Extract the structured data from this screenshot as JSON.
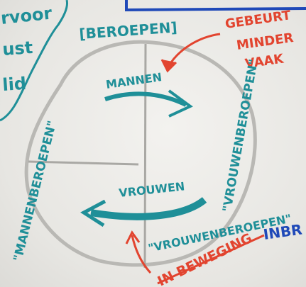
{
  "colors": {
    "paper": "#efeeea",
    "gray_marker": "#b9b8b4",
    "teal_marker": "#1f8f98",
    "red_marker": "#e2442f",
    "blue_marker": "#1f49b8"
  },
  "labels": {
    "top_left_line1": "rvoor",
    "top_left_line2": "ust",
    "top_left_line3": "lid",
    "beroepen": "[BEROEPEN]",
    "gebeurt": "GEBEURT",
    "minder": "MINDER",
    "vaak": "VAAK",
    "mannen": "MANNEN",
    "mannenberoepen": "\"MANNENBEROEPEN\"",
    "vrouwenberoepen_right": "\"VROUWENBEROEPEN\"",
    "vrouwen": "VROUWEN",
    "vrouwenberoepen_bottom": "\"VROUWENBEROEPEN\"",
    "in_beweging": "IN BEWEGING",
    "inbr": "INBR"
  }
}
